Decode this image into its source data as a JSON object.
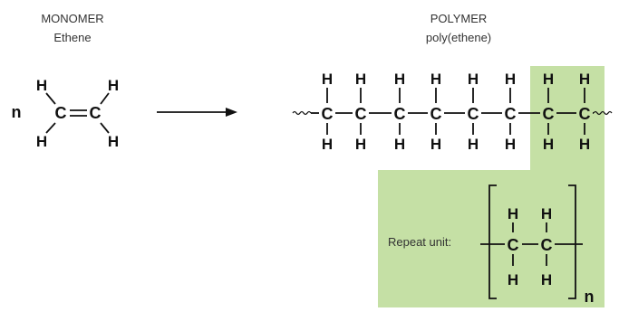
{
  "monomer": {
    "heading": "MONOMER",
    "name": "Ethene",
    "coefficient": "n",
    "carbon": "C",
    "hydrogen": "H"
  },
  "polymer": {
    "heading": "POLYMER",
    "name": "poly(ethene)",
    "carbon": "C",
    "hydrogen": "H"
  },
  "repeat_unit": {
    "label": "Repeat unit:",
    "subscript": "n",
    "carbon": "C",
    "hydrogen": "H"
  },
  "colors": {
    "highlight": "#c5e0a5"
  }
}
